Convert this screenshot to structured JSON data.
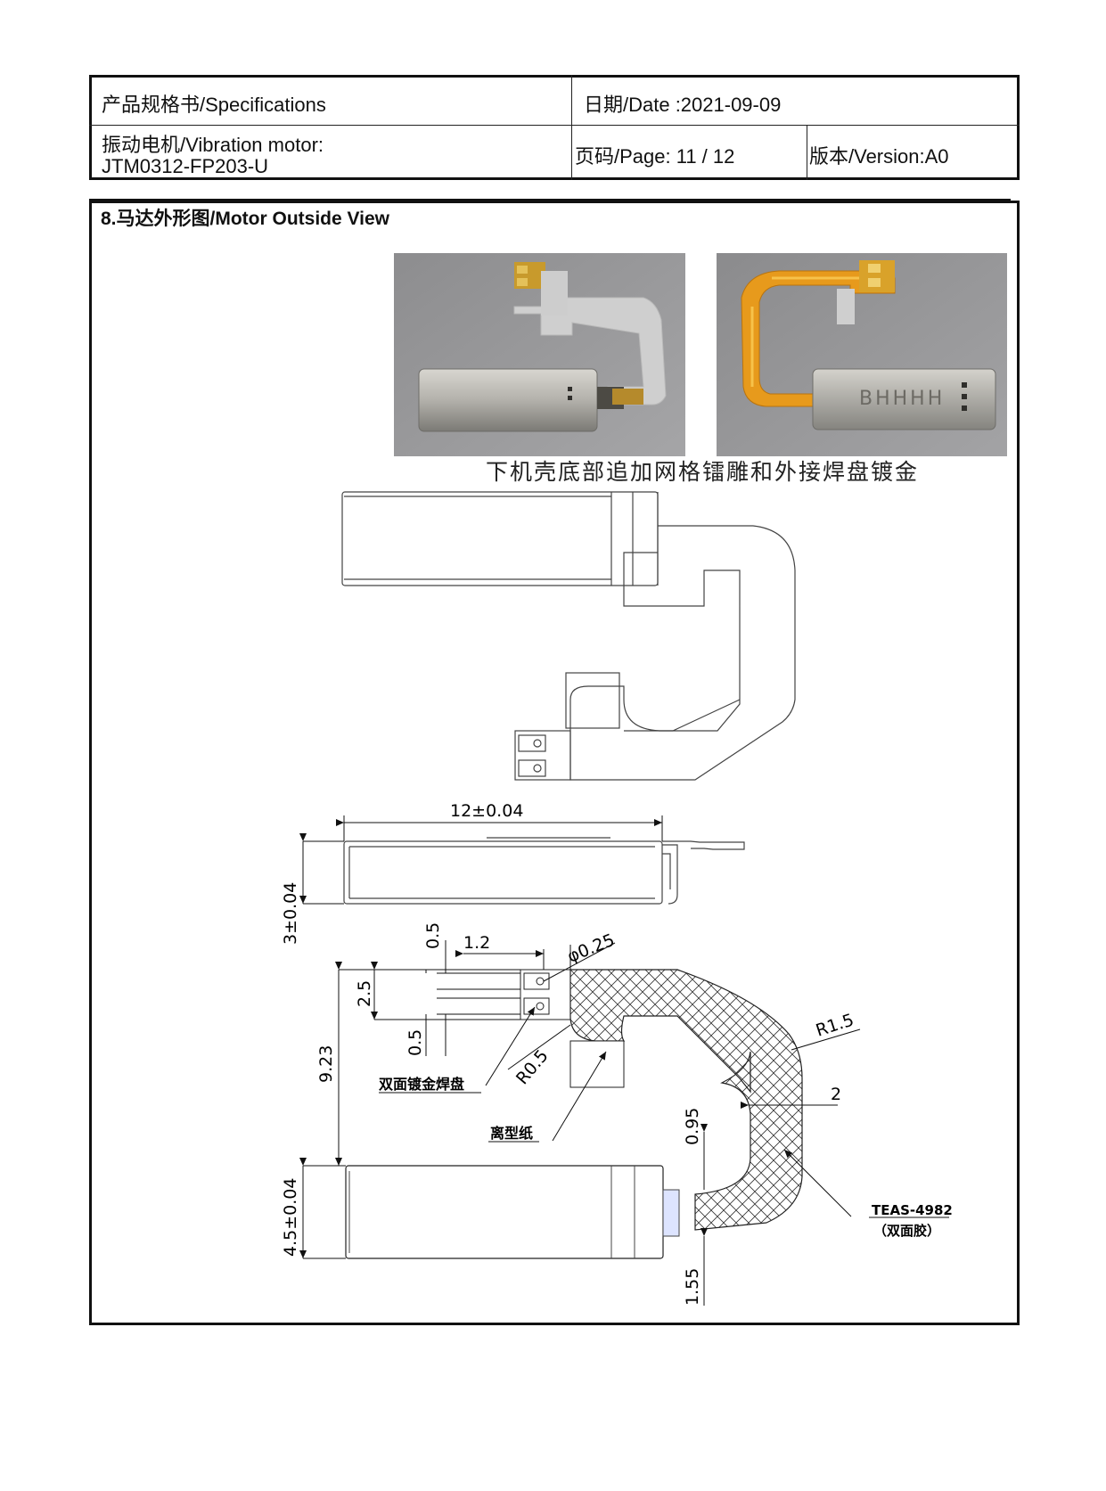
{
  "header": {
    "title": "产品规格书/Specifications",
    "date": "日期/Date :2021-09-09",
    "product_line1": "振动电机/Vibration motor:",
    "product_line2": "JTM0312-FP203-U",
    "page": "页码/Page: 11 / 12",
    "version": "版本/Version:A0"
  },
  "section": {
    "title": "8.马达外形图/Motor Outside View"
  },
  "photos": {
    "caption": "下机壳底部追加网格镭雕和外接焊盘镀金",
    "photo2_mark": "BHHHH"
  },
  "drawing": {
    "dim_length": "12±0.04",
    "dim_thickness": "3±0.04",
    "dim_pad_gap_top": "0.5",
    "dim_pad_width": "1.2",
    "dim_hole": "φ0.25",
    "dim_pad_span": "2.5",
    "dim_pad_gap_bottom": "0.5",
    "dim_height": "9.23",
    "dim_r05": "R0.5",
    "dim_r15": "R1.5",
    "dim_width2": "2",
    "dim_095": "0.95",
    "dim_body_height": "4.5±0.04",
    "dim_155": "1.55",
    "label_pads": "双面镀金焊盘",
    "label_release_paper": "离型纸",
    "label_tape": "TEAS-4982",
    "label_tape_sub": "（双面胶）"
  }
}
